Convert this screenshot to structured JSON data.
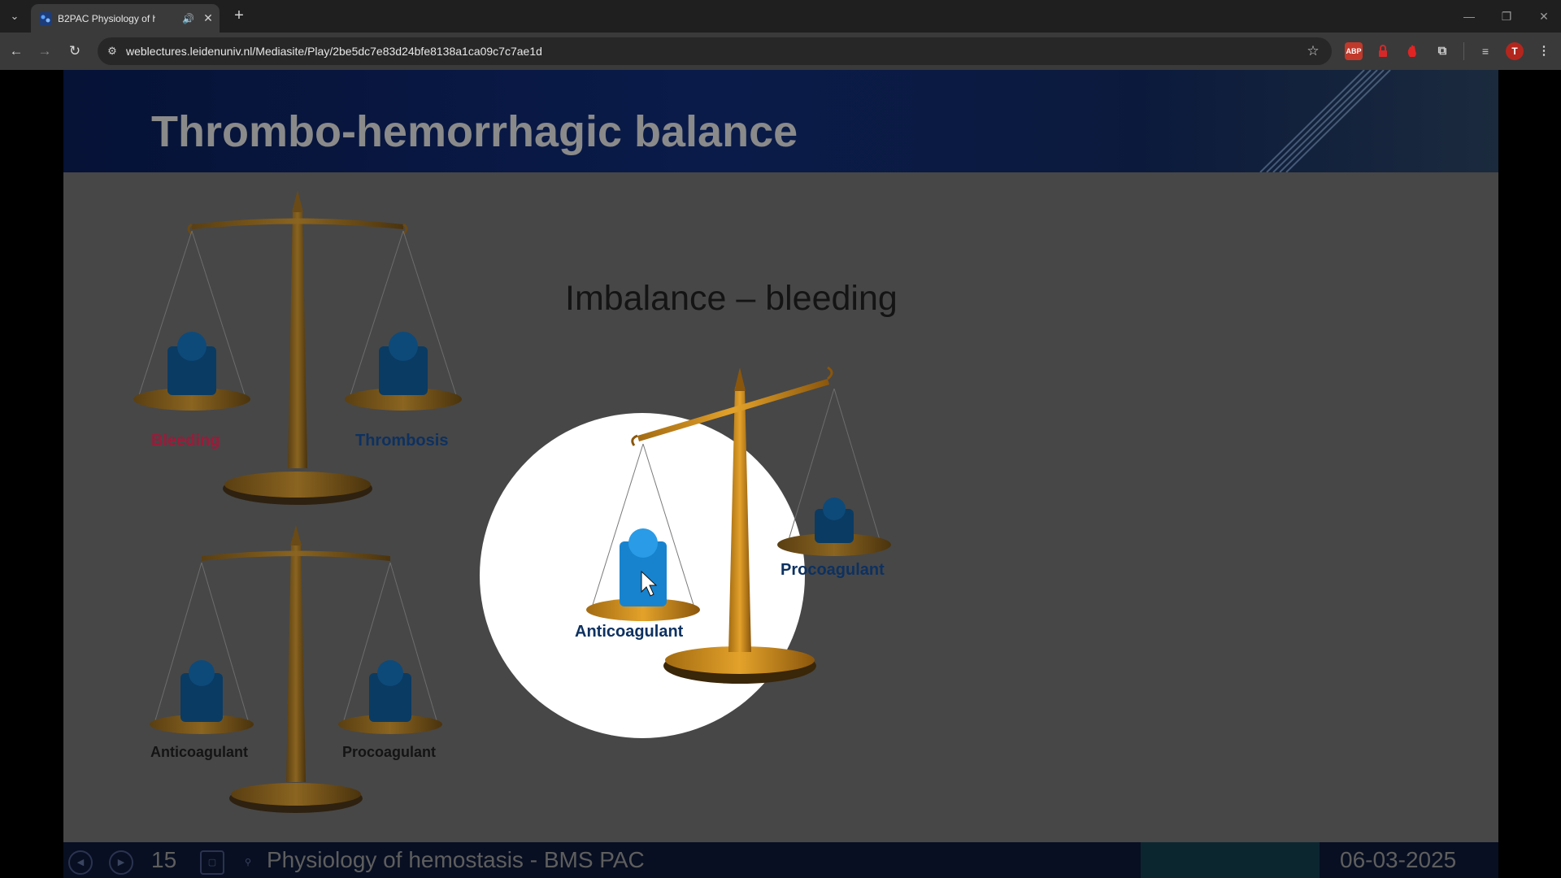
{
  "browser": {
    "tab_title": "B2PAC Physiology of hemostasis - BMS PAC",
    "url": "weblectures.leidenuniv.nl/Mediasite/Play/2be5dc7e83d24bfe8138a1ca09c7c7ae1d",
    "extensions": [
      {
        "name": "adblock-plus-icon",
        "label": "ABP",
        "color": "#c0392b"
      },
      {
        "name": "lock-extension-icon",
        "label": "",
        "color": "#d62828"
      },
      {
        "name": "hand-extension-icon",
        "label": "",
        "color": "#e02424"
      }
    ],
    "profile_initial": "T",
    "profile_color": "#b3261e"
  },
  "slide": {
    "title": "Thrombo-hemorrhagic balance",
    "subtitle": "Imbalance – bleeding",
    "scale1": {
      "left_label": "Bleeding",
      "right_label": "Thrombosis",
      "left_color": "#9b1b3a",
      "right_color": "#0d3160"
    },
    "scale2": {
      "left_label": "Anticoagulant",
      "right_label": "Procoagulant"
    },
    "scale3": {
      "left_label": "Anticoagulant",
      "right_label": "Procoagulant"
    }
  },
  "player": {
    "slide_number": "15",
    "footer_title": "Physiology of hemostasis - BMS PAC",
    "footer_date": "06-03-2025"
  }
}
